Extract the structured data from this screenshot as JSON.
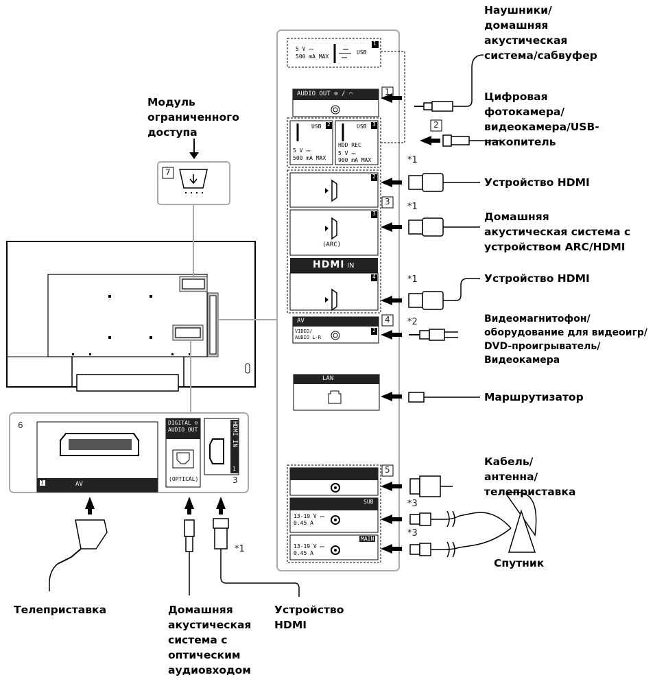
{
  "labels": {
    "cam_module": "Модуль\nограниченного\nдоступа",
    "headphones": "Наушники/\nдомашняя\nакустическая\nсистема/сабвуфер",
    "camera": "Цифровая\nфотокамера/\nвидеокамера/USB-\nнакопитель",
    "hdmi_dev_1": "Устройство HDMI",
    "home_audio_arc": "Домашняя\nакустическая система с\nустройством ARC/HDMI",
    "hdmi_dev_2": "Устройство HDMI",
    "vcr": "Видеомагнитофон/\nоборудование для видеоигр/\nDVD-проигрыватель/\nВидеокамера",
    "router": "Маршрутизатор",
    "cable": "Кабель/\nантенна/\nтелеприставка",
    "satellite": "Спутник",
    "settop": "Телеприставка",
    "home_audio_optical": "Домашняя\nакустическая\nсистема с\nоптическим\nаудиовходом",
    "hdmi_dev_3": "Устройство\nHDMI"
  },
  "footnotes": {
    "hdmi2": "*1",
    "hdmi3": "*1",
    "hdmi4": "*1",
    "av": "*2",
    "sat_sub": "*3",
    "sat_main": "*3",
    "hdmi_bottom": "*1"
  },
  "callouts": {
    "c1": "1",
    "c2": "2",
    "c3": "3",
    "c4": "4",
    "c5": "5",
    "c6": "6",
    "c7": "7",
    "c3b": "3"
  },
  "ports": {
    "usb1_spec": "5 V ⎓\n500 mA MAX",
    "usb1_label": "USB",
    "usb1_num": "1",
    "audio_out": "AUDIO OUT ⊖ / ⌒",
    "usb2_label": "USB",
    "usb2_num": "2",
    "usb2_spec": "5 V ⎓\n500 mA MAX",
    "usb3_label": "USB",
    "usb3_num": "3",
    "usb3_rec": "HDD REC",
    "usb3_spec": "5 V ⎓\n900 mA MAX",
    "hdmi2_num": "2",
    "hdmi3_num": "3",
    "hdmi3_arc": "(ARC)",
    "hdmi_logo": "HDMI",
    "hdmi_in": "IN",
    "hdmi4_num": "4",
    "av_label": "AV",
    "av_sub": "VIDEO/\nAUDIO L-R",
    "av_num": "2",
    "lan_label": "LAN",
    "sub_label": "SUB",
    "main_label": "MAIN",
    "sat_spec_sub": "13-19 V ⎓\n0.45 A",
    "sat_spec_main": "13-19 V ⎓\n0.45 A",
    "scart_label": "AV",
    "scart_num": "1",
    "digital_audio": "DIGITAL ⊖\nAUDIO OUT",
    "optical": "(OPTICAL)",
    "hdmi1_side": "HDMI IN",
    "hdmi1_num": "1"
  }
}
